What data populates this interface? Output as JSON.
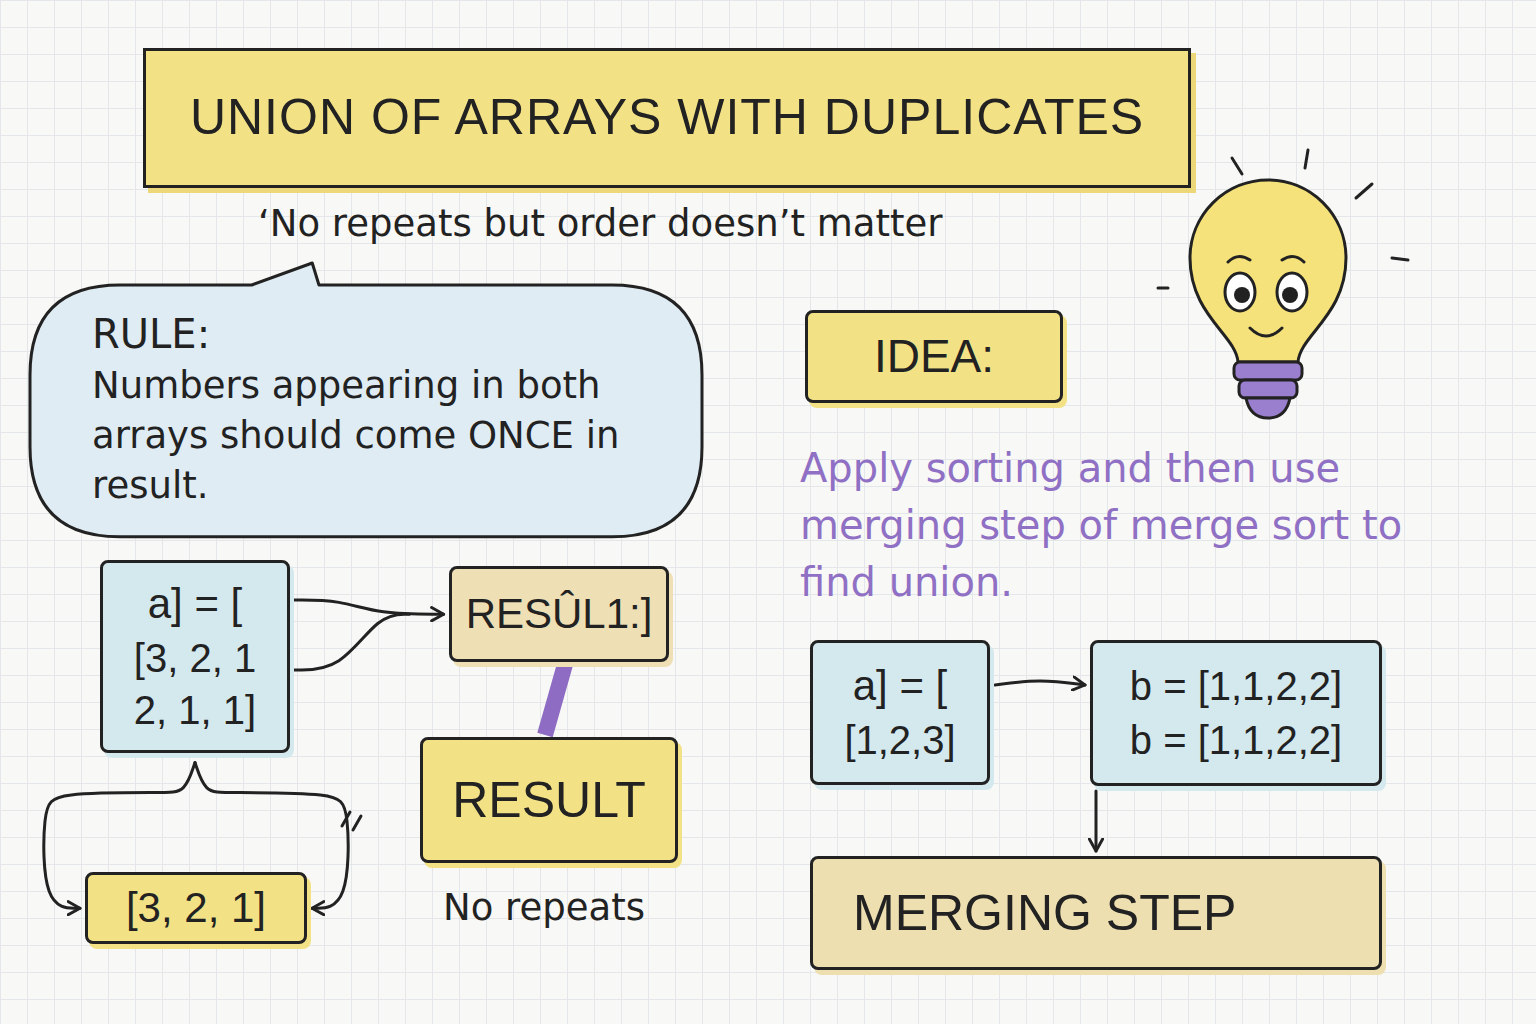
{
  "diagram": {
    "title": "UNION OF ARRAYS WITH DUPLICATES",
    "nodes": [
      {
        "text": [
          "RULE:",
          "Numbers appearing in both arrays should come ONCE in result."
        ]
      },
      {
        "text": [
          "IDEA:"
        ]
      },
      {
        "text": [
          "a] = [",
          "[3, 2, 1 2, 1, 1]"
        ]
      },
      {
        "text": [
          "RESÛL1:]"
        ]
      },
      {
        "text": [
          "a] = [",
          "[1,2,3]"
        ]
      },
      {
        "text": [
          "b = [1,1,2,2]",
          "b = [1,1,2,2]"
        ]
      },
      {
        "text": [
          "RESULT"
        ]
      },
      {
        "text": [
          "[3, 2, 1]"
        ]
      },
      {
        "text": [
          "MERGING STEP"
        ]
      }
    ],
    "edges": [
      {
        "from": 2,
        "to": 3,
        "arrow": "to"
      },
      {
        "from": 3,
        "to": 6,
        "arrow": "none"
      },
      {
        "from": 2,
        "to": 7,
        "arrow": "to"
      },
      {
        "from": 4,
        "to": 5,
        "arrow": "to"
      },
      {
        "from": 5,
        "to": 8,
        "arrow": "to"
      }
    ],
    "labels": [
      "‘No repeats but order doesn’t matter",
      "Apply sorting and then use merging step of merge sort to find union.",
      "No repeats"
    ]
  }
}
